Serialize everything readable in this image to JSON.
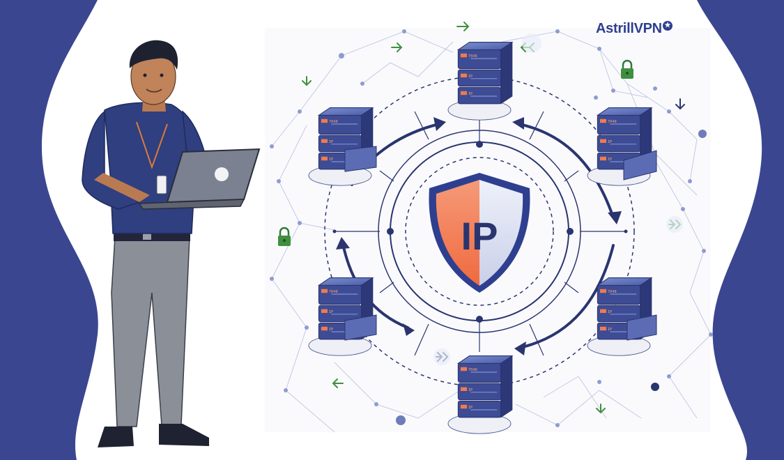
{
  "brand": {
    "name": "AstrillVPN",
    "colors": {
      "brand_blue": "#3a4690",
      "accent_orange": "#f07a4f",
      "green": "#3f8f3f"
    }
  },
  "shield": {
    "label": "IP",
    "icon": "shield-icon"
  },
  "servers": [
    {
      "id": "top",
      "rows": [
        "7048",
        "IP",
        "IP"
      ]
    },
    {
      "id": "top-left",
      "rows": [
        "7048",
        "IP",
        "IP"
      ]
    },
    {
      "id": "top-right",
      "rows": [
        "7048",
        "IP",
        "IP"
      ]
    },
    {
      "id": "bottom-left",
      "rows": [
        "7048",
        "IP",
        "IP"
      ]
    },
    {
      "id": "bottom-right",
      "rows": [
        "7048",
        "IP",
        "IP"
      ]
    },
    {
      "id": "bottom",
      "rows": [
        "7048",
        "IP",
        "IP"
      ]
    }
  ],
  "icons": {
    "person": "person-with-laptop-icon",
    "lock": "padlock-icon",
    "arrow": "arrow-icon"
  }
}
